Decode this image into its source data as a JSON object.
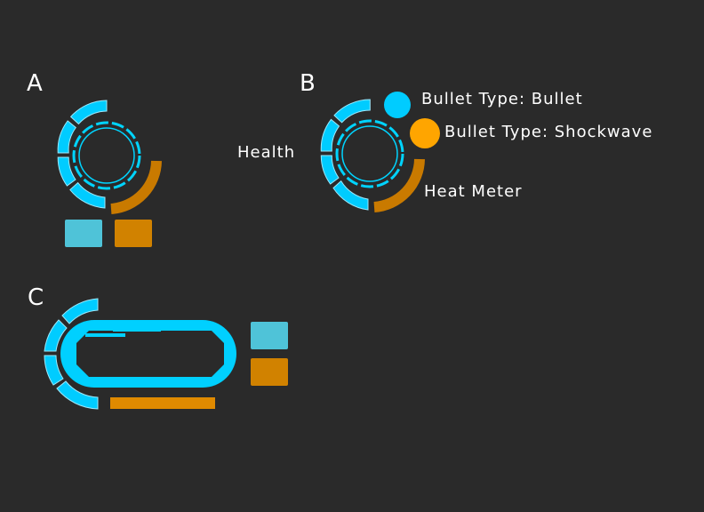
{
  "colors": {
    "background": "#2a2a2a",
    "health_cyan": "#00ccff",
    "heat_orange": "#c97a00",
    "swatch_cyan": "#4fc3d8",
    "swatch_orange": "#d18200",
    "bullet_dot": "#00ccff",
    "shockwave_dot": "#ffa500",
    "heat_bar": "#e08a00"
  },
  "panels": {
    "a": {
      "label": "A"
    },
    "b": {
      "label": "B",
      "health_label": "Health",
      "heat_label": "Heat Meter",
      "bullet_label": "Bullet Type: Bullet",
      "shockwave_label": "Bullet Type: Shockwave"
    },
    "c": {
      "label": "C"
    }
  }
}
